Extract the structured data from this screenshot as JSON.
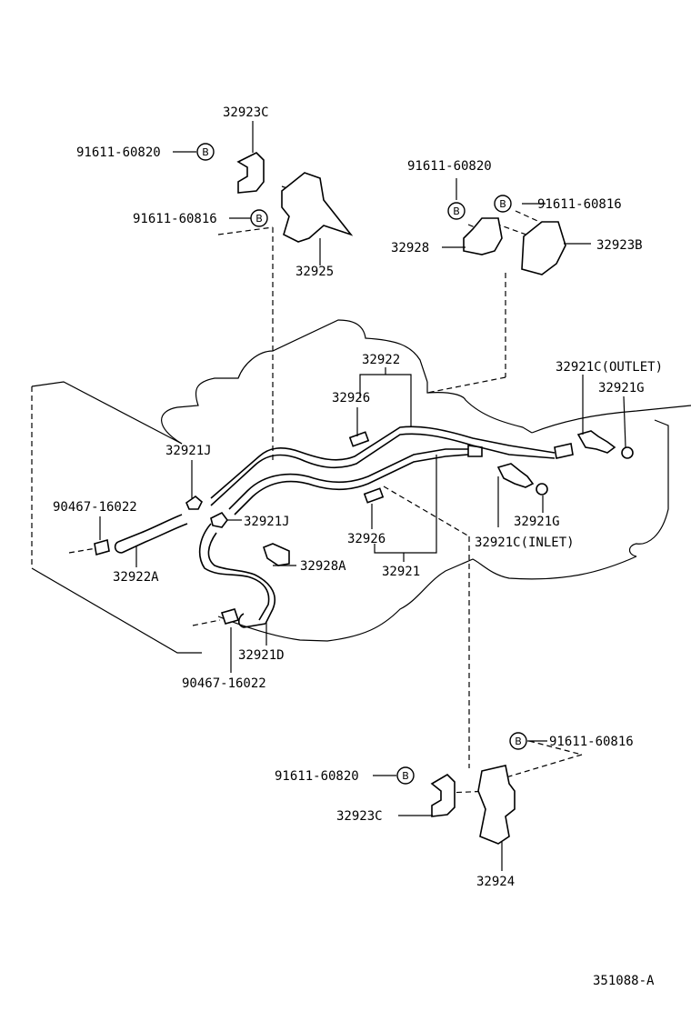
{
  "labels": {
    "p32923c_top": "32923C",
    "bolt_91611_60820_tl": "91611-60820",
    "bolt_91611_60816_tl": "91611-60816",
    "p32925": "32925",
    "bolt_91611_60820_tr": "91611-60820",
    "bolt_91611_60816_tr": "91611-60816",
    "p32928": "32928",
    "p32923b": "32923B",
    "p32922": "32922",
    "p32926_top": "32926",
    "p32921c_outlet": "32921C(OUTLET)",
    "p32921g_top": "32921G",
    "p32921j_top": "32921J",
    "clamp_90467_16022_top": "90467-16022",
    "p32922a": "32922A",
    "p32921j_mid": "32921J",
    "p32928a": "32928A",
    "p32926_bottom": "32926",
    "p32921": "32921",
    "p32921g_bottom": "32921G",
    "p32921c_inlet": "32921C(INLET)",
    "p32921d": "32921D",
    "clamp_90467_16022_bottom": "90467-16022",
    "bolt_91611_60816_br": "91611-60816",
    "bolt_91611_60820_bl": "91611-60820",
    "p32923c_bottom": "32923C",
    "p32924": "32924",
    "diagram_number": "351088-A"
  },
  "bolt_marker": "B"
}
